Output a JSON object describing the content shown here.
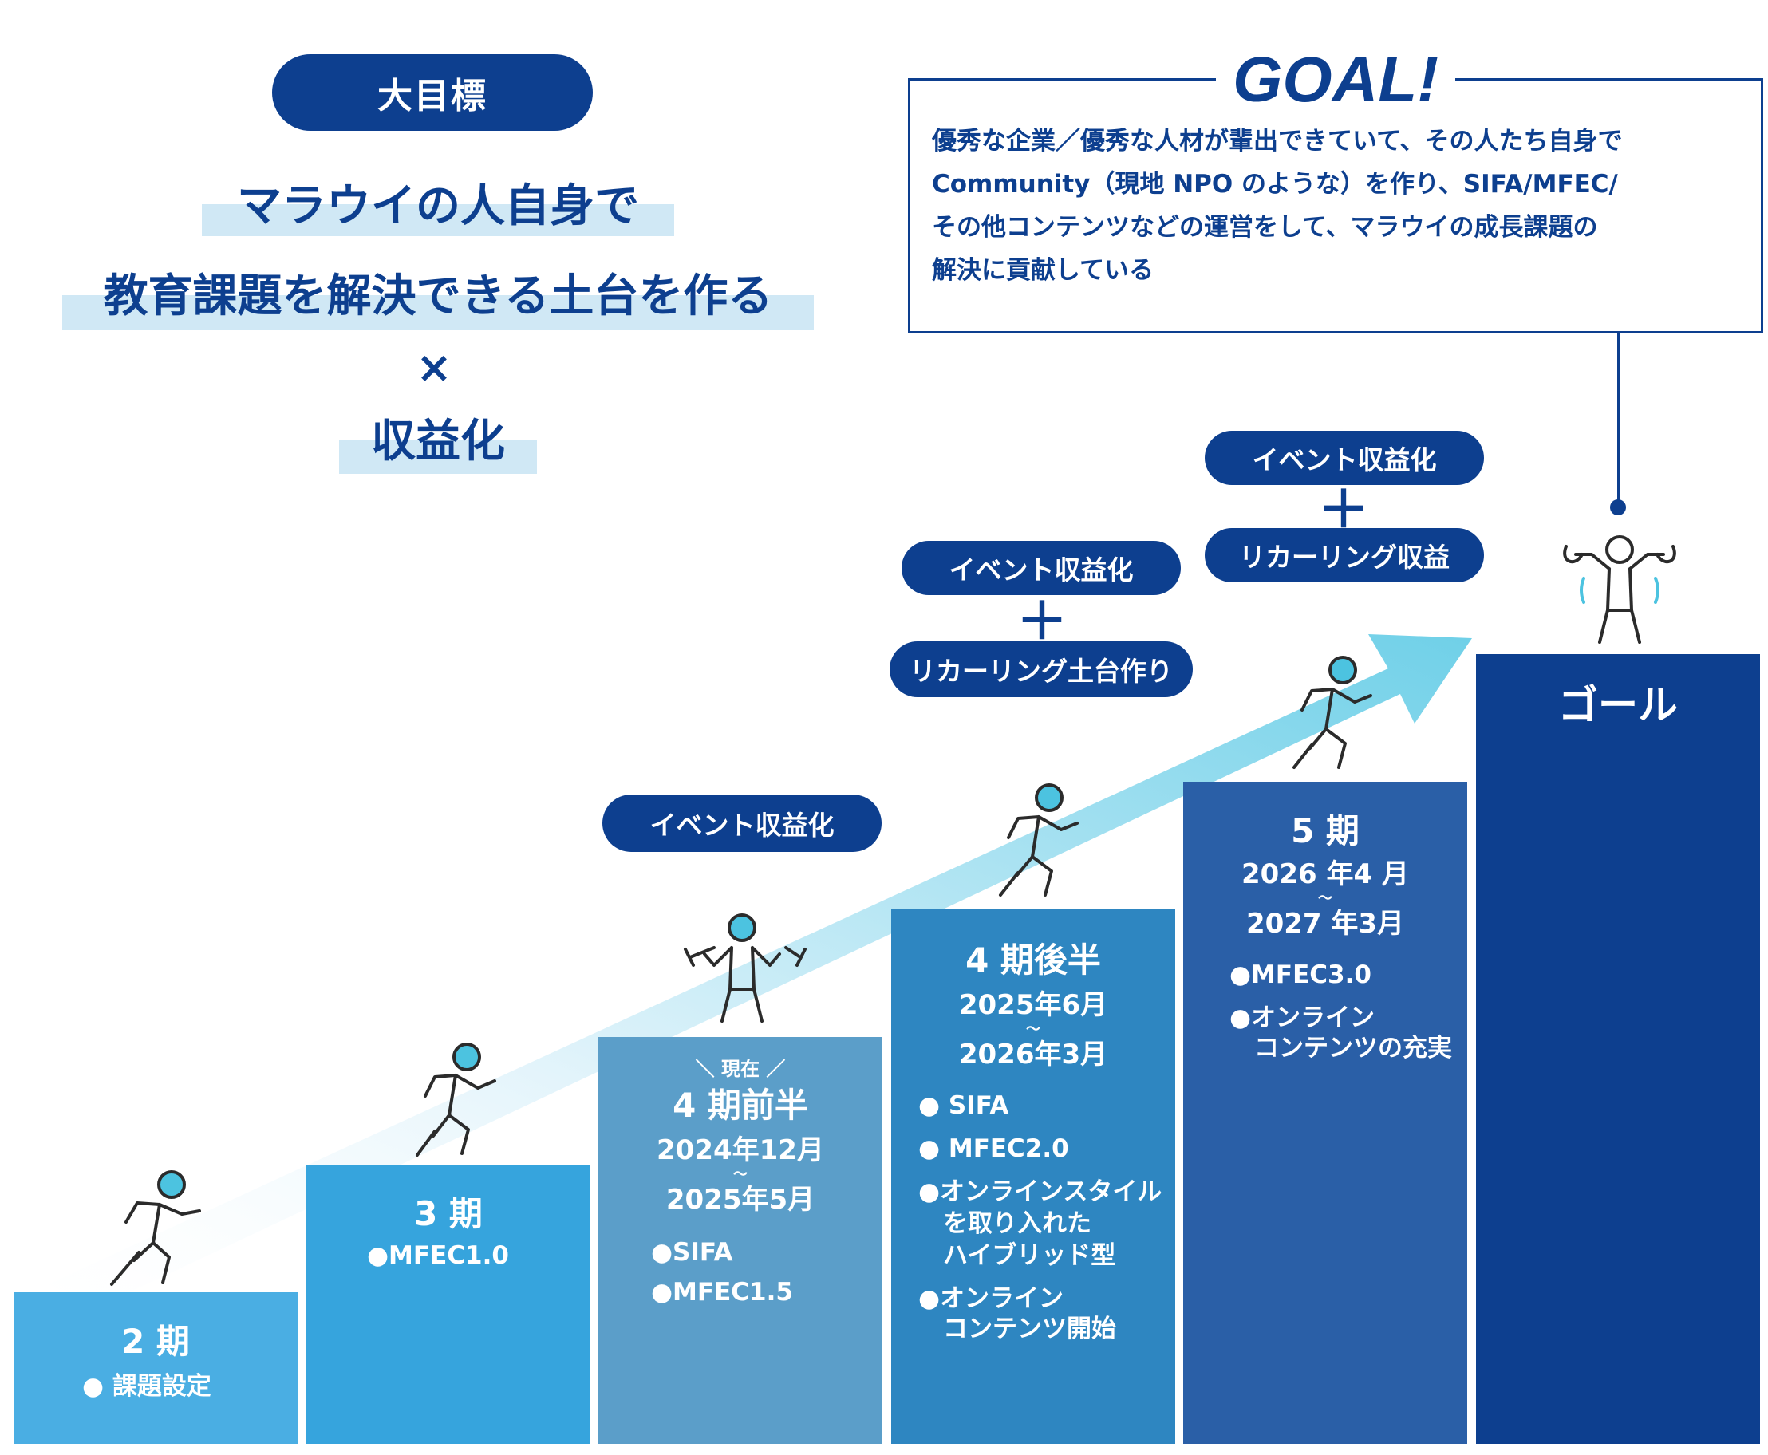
{
  "main_goal": {
    "label": "大目標",
    "line1": "マラウイの人自身で",
    "line2": "教育課題を解決できる土台を作る",
    "times": "×",
    "line3": "収益化"
  },
  "goal_box": {
    "title": "GOAL!",
    "lines": [
      "優秀な企業／優秀な人材が輩出できていて、その人たち自身で",
      "Community（現地 NPO のような）を作り、SIFA/MFEC/",
      "その他コンテンツなどの運営をして、マラウイの成長課題の",
      "解決に貢献している"
    ]
  },
  "pills": {
    "p1": "イベント収益化",
    "p2a": "イベント収益化",
    "p2plus": "＋",
    "p2b": "リカーリング土台作り",
    "p3a": "イベント収益化",
    "p3plus": "＋",
    "p3b": "リカーリング収益"
  },
  "steps": [
    {
      "title": "2 期",
      "bullets": [
        "● 課題設定"
      ],
      "color": "#4aaee3"
    },
    {
      "title": "3 期",
      "bullets": [
        "●MFEC1.0"
      ],
      "color": "#36a4dd"
    },
    {
      "now": "＼ 現在 ／",
      "title": "4 期前半",
      "date1": "2024年12月",
      "tilde": "〜",
      "date2": "2025年5月",
      "bullets": [
        "●SIFA",
        "●MFEC1.5"
      ],
      "color": "#5b9ec9"
    },
    {
      "title": "4 期後半",
      "date1": "2025年6月",
      "tilde": "〜",
      "date2": "2026年3月",
      "bullets": [
        "● SIFA",
        "● MFEC2.0",
        "●オンラインスタイル",
        "　を取り入れた",
        "　ハイブリッド型",
        "●オンライン",
        "　コンテンツ開始"
      ],
      "color": "#2e86c1"
    },
    {
      "title": "5 期",
      "date1": "2026 年4 月",
      "tilde": "〜",
      "date2": "2027 年3月",
      "bullets": [
        "●MFEC3.0",
        "●オンライン",
        "　コンテンツの充実"
      ],
      "color": "#2a5fa7"
    },
    {
      "title": "ゴール",
      "color": "#0d3f8f"
    }
  ],
  "colors": {
    "navy": "#0d3f8f",
    "arrow_start": "#e8f5fb",
    "arrow_end": "#6fd0e8",
    "head_accent": "#4cc3e0"
  }
}
